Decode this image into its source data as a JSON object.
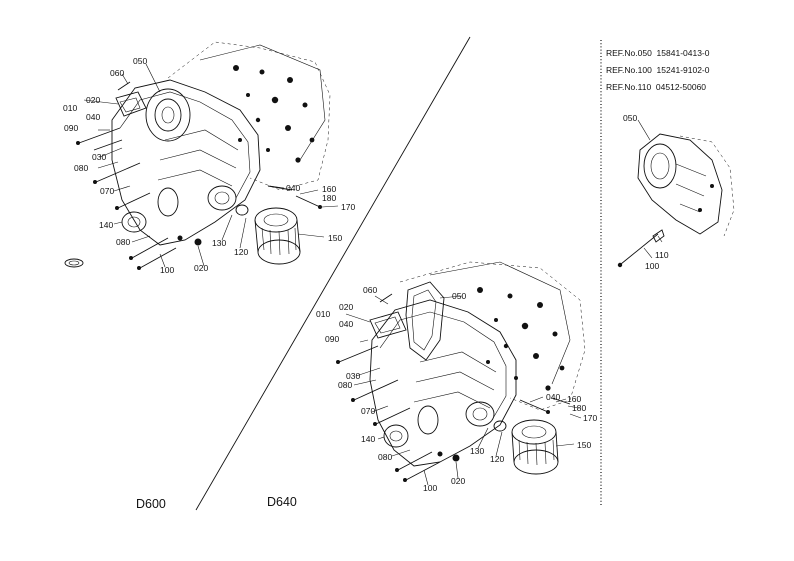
{
  "model_labels": {
    "left": "D600",
    "right": "D640"
  },
  "ref_notes": [
    "REF.No.050  15841-0413-0",
    "REF.No.100  15241-9102-0",
    "REF.No.110  04512-50060"
  ],
  "callouts": {
    "left": [
      "010",
      "020",
      "040",
      "060",
      "050",
      "090",
      "030",
      "080",
      "070",
      "140",
      "080",
      "100",
      "020",
      "130",
      "120",
      "150",
      "160",
      "040",
      "180",
      "170"
    ],
    "right": [
      "060",
      "050",
      "010",
      "020",
      "040",
      "090",
      "030",
      "080",
      "070",
      "140",
      "080",
      "100",
      "020",
      "130",
      "120",
      "150",
      "040",
      "160",
      "180",
      "170"
    ],
    "inset": [
      "050",
      "110",
      "100"
    ]
  }
}
